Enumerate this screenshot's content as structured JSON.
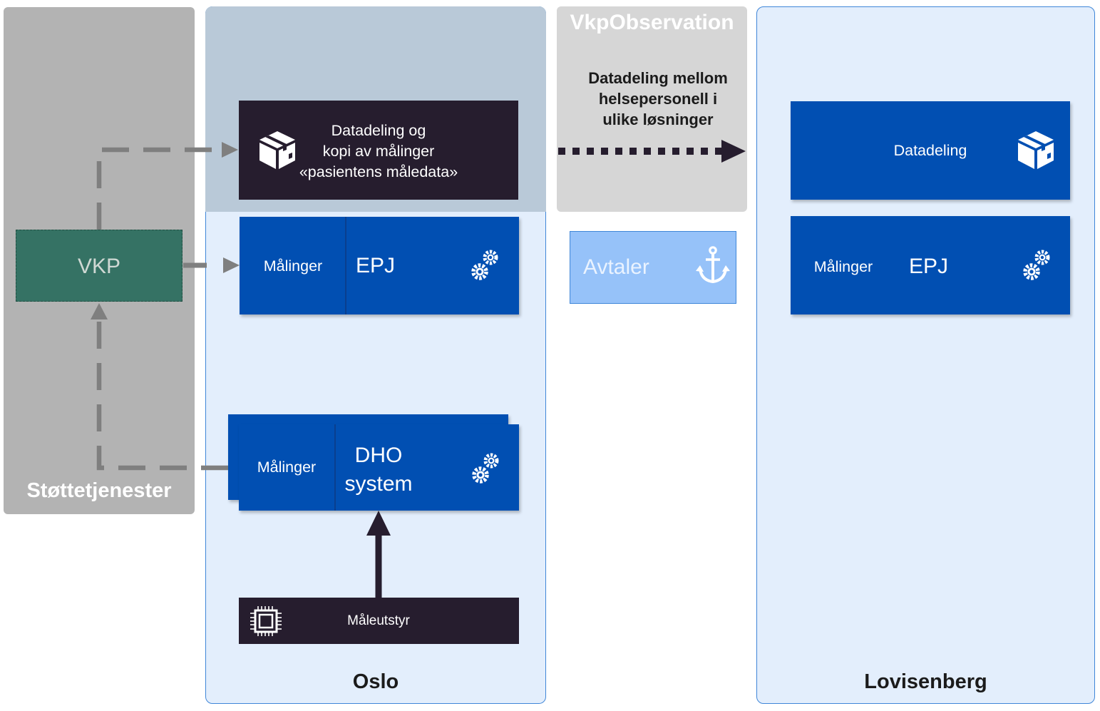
{
  "support": {
    "title": "Støttetjenester"
  },
  "observation": {
    "title": "VkpObservation",
    "description_lines": [
      "Datadeling mellom",
      "helsepersonell i",
      "ulike løsninger"
    ]
  },
  "regions": {
    "oslo": {
      "title": "Oslo"
    },
    "lovisenberg": {
      "title": "Lovisenberg"
    }
  },
  "oslo": {
    "datadeling_lines": [
      "Datadeling og",
      "kopi av målinger",
      "«pasientens måledata»"
    ],
    "epj": {
      "measurements": "Målinger",
      "name": "EPJ"
    },
    "dho": {
      "measurements": "Målinger",
      "name_lines": [
        "DHO",
        "system"
      ]
    },
    "device": "Måleutstyr"
  },
  "vkp": {
    "label": "VKP"
  },
  "avtaler": {
    "label": "Avtaler"
  },
  "lovisenberg": {
    "datadeling": "Datadeling",
    "epj": {
      "measurements": "Målinger",
      "name": "EPJ"
    }
  },
  "colors": {
    "dark_box": "#261d2e",
    "blue_box": "#014fb2",
    "vkp": "#357264",
    "avtaler": "#96c2f9",
    "region_bg": "#e3eefc",
    "support_bg": "#b3b3b3",
    "arrow_grey": "#7f7f7f"
  },
  "icons": [
    "box-icon",
    "gears-icon",
    "anchor-icon",
    "chip-icon"
  ]
}
